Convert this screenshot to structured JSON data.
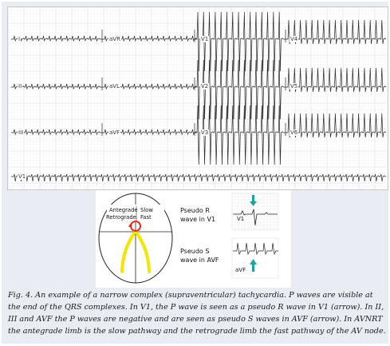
{
  "ecg": {
    "leads": [
      {
        "id": "I",
        "label": "I"
      },
      {
        "id": "aVR",
        "label": "aVR"
      },
      {
        "id": "V1",
        "label": "V1"
      },
      {
        "id": "V4",
        "label": "V4"
      },
      {
        "id": "II",
        "label": "II"
      },
      {
        "id": "aVL",
        "label": "aVL"
      },
      {
        "id": "V2",
        "label": "V2"
      },
      {
        "id": "V5",
        "label": "V5"
      },
      {
        "id": "III",
        "label": "III"
      },
      {
        "id": "aVF",
        "label": "aVF"
      },
      {
        "id": "V3",
        "label": "V3"
      },
      {
        "id": "V6",
        "label": "V6"
      },
      {
        "id": "V1-rhythm",
        "label": "V1"
      }
    ]
  },
  "diagram": {
    "antegrade": "Antegrade",
    "slow": "Slow",
    "retrograde": "Retrograde",
    "fast": "Fast",
    "pseudo_r_line1": "Pseudo R",
    "pseudo_r_line2": "wave in V1",
    "pseudo_s_line1": "Pseudo S",
    "pseudo_s_line2": "wave in AVF",
    "inset_v1_label": "V1",
    "inset_avf_label": "aVF",
    "arrow_color": "#1aa3a3",
    "pathway_color": "#f2e600",
    "circuit_color": "#e03020"
  },
  "caption": {
    "figure_label": "Fig. 4.",
    "text": " An example of a narrow complex (supraventricular) tachycardia. P waves are visible at the end of the QRS complexes. In V1, the P wave is seen as a pseudo R wave in V1 (arrow). In II, III and AVF the P waves are negative and are seen as pseudo S waves in AVF (arrow). In AVNRT the antegrade limb is the slow pathway and the retrograde limb the fast pathway of the AV node."
  }
}
